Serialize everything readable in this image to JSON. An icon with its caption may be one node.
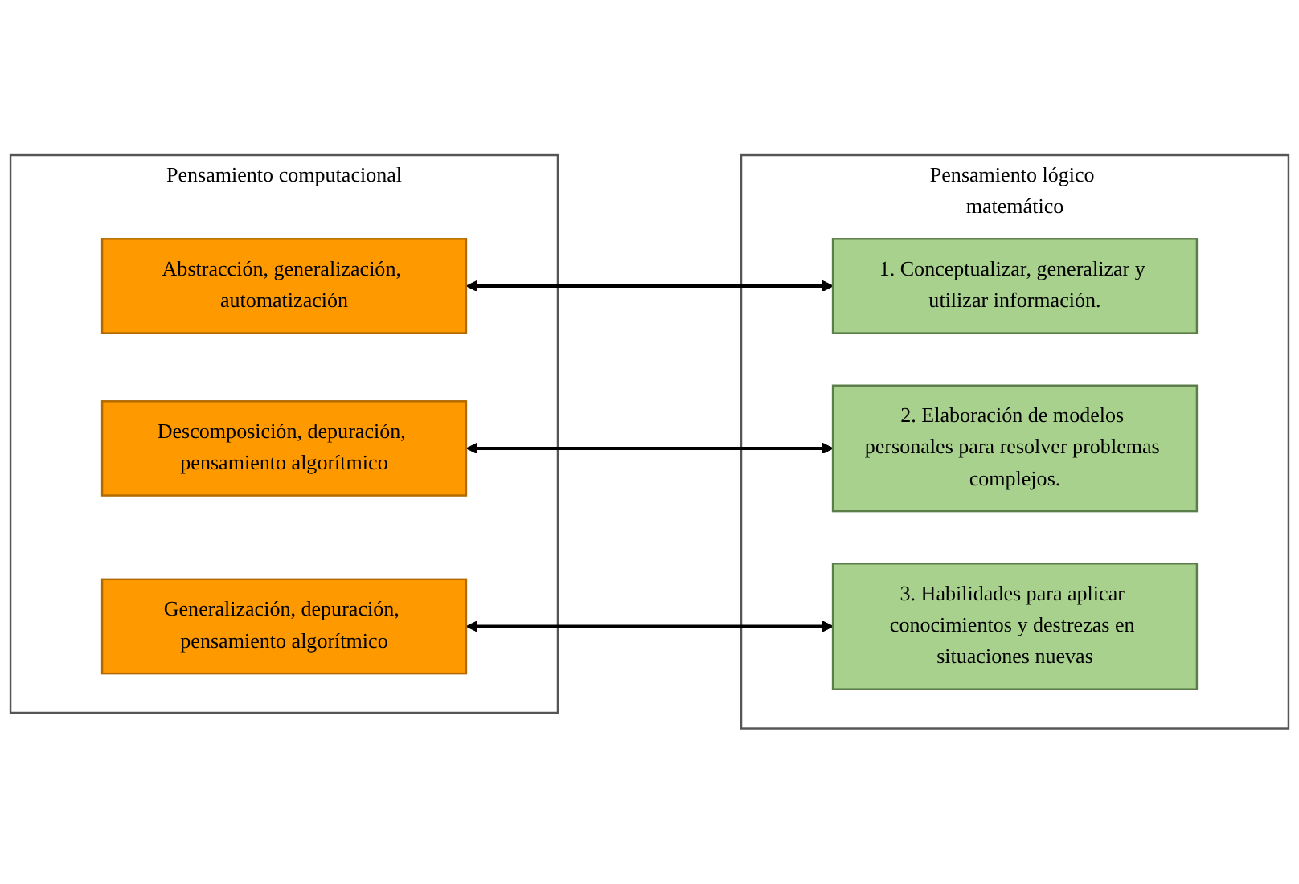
{
  "diagram": {
    "nodes": [
      {
        "text": [
          "Pensamiento computacional"
        ]
      },
      {
        "text": [
          "Abstracción, generalización, automatización"
        ],
        "in": 0
      },
      {
        "text": [
          "Descomposición, depuración, pensamiento algorítmico"
        ],
        "in": 0
      },
      {
        "text": [
          "Generalización, depuración, pensamiento algorítmico"
        ],
        "in": 0
      },
      {
        "text": [
          "Pensamiento lógico matemático"
        ]
      },
      {
        "text": [
          "1. Conceptualizar, generalizar y utilizar información."
        ],
        "in": 4
      },
      {
        "text": [
          "2. Elaboración de modelos personales para resolver problemas complejos."
        ],
        "in": 4
      },
      {
        "text": [
          "3. Habilidades para aplicar conocimientos y destrezas en situaciones nuevas"
        ],
        "in": 4
      }
    ],
    "edges": [
      {
        "from": 1,
        "to": 5,
        "arrow": "both"
      },
      {
        "from": 2,
        "to": 6,
        "arrow": "both"
      },
      {
        "from": 3,
        "to": 7,
        "arrow": "both"
      }
    ]
  }
}
